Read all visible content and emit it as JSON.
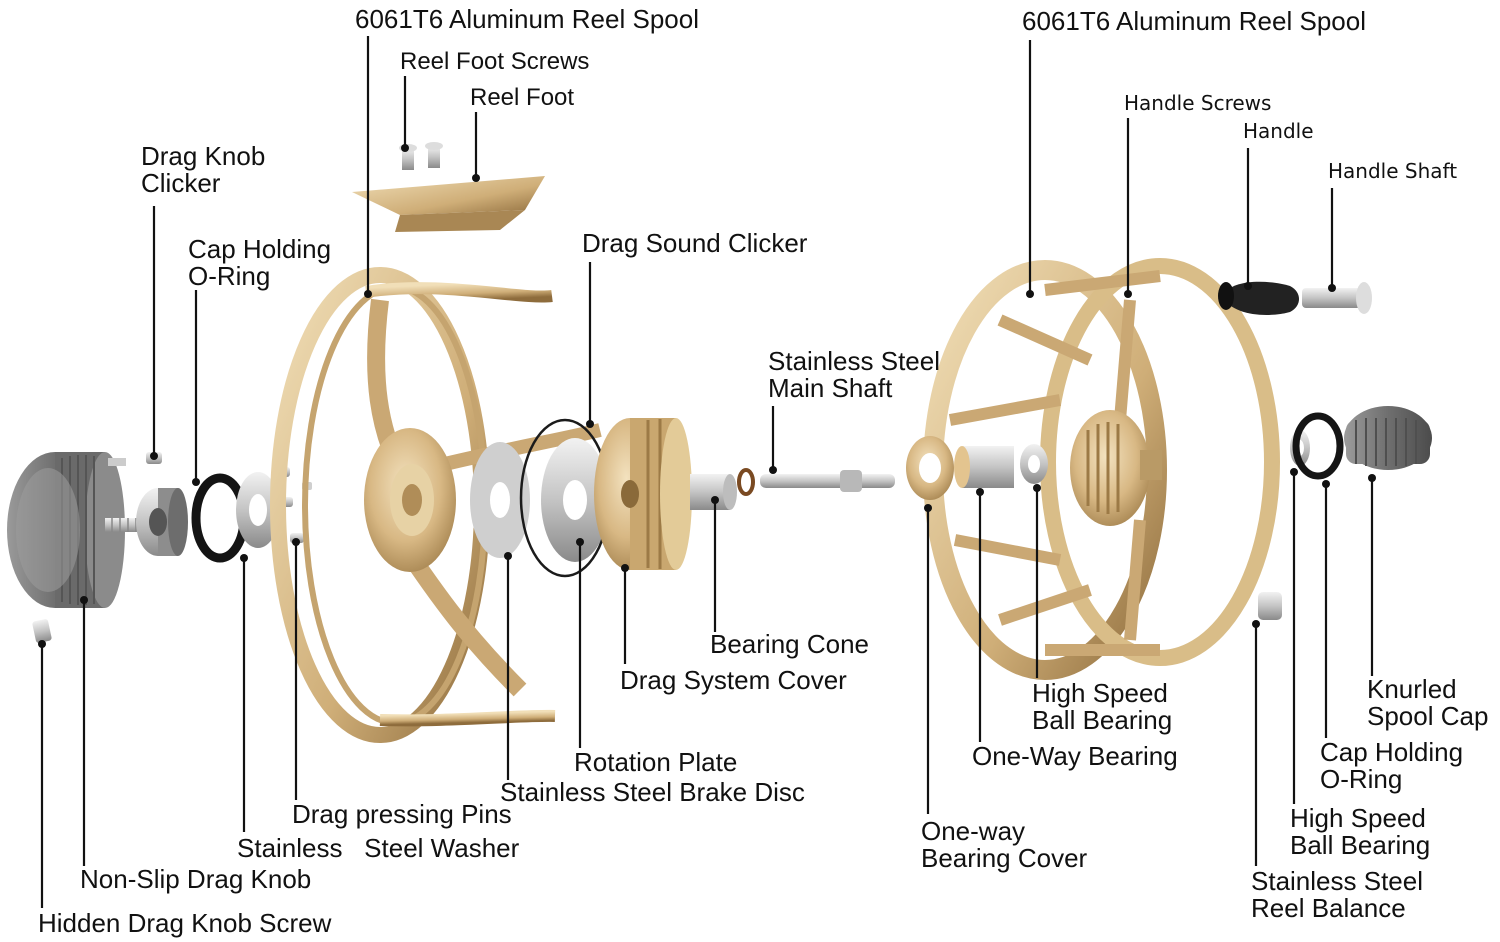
{
  "labels": {
    "spool_left": "6061T6 Aluminum Reel Spool",
    "reel_foot_screws": "Reel Foot Screws",
    "reel_foot": "Reel Foot",
    "drag_knob_clicker": "Drag Knob\nClicker",
    "cap_holding_oring_left": "Cap Holding\nO-Ring",
    "drag_sound_clicker": "Drag Sound Clicker",
    "main_shaft": "Stainless Steel\nMain Shaft",
    "bearing_cone": "Bearing Cone",
    "drag_system_cover": "Drag System Cover",
    "rotation_plate": "Rotation Plate",
    "brake_disc": "Stainless Steel Brake Disc",
    "drag_pressing_pins": "Drag pressing Pins",
    "steel_washer": "Stainless   Steel Washer",
    "non_slip_drag_knob": "Non-Slip Drag Knob",
    "hidden_drag_knob_screw": "Hidden Drag Knob Screw",
    "spool_right": "6061T6 Aluminum Reel Spool",
    "handle_screws": "Handle Screws",
    "handle": "Handle",
    "handle_shaft": "Handle Shaft",
    "high_speed_ball_bearing_mid": "High Speed\nBall Bearing",
    "one_way_bearing": "One-Way Bearing",
    "one_way_bearing_cover": "One-way\nBearing Cover",
    "knurled_spool_cap": "Knurled\nSpool Cap",
    "cap_holding_oring_right": "Cap Holding\nO-Ring",
    "high_speed_ball_bearing_right": "High Speed\nBall Bearing",
    "reel_balance": "Stainless Steel\nReel Balance"
  },
  "colors": {
    "gold": "#d8b884",
    "gold_dark": "#9c7a46",
    "silver": "#c9c9c9",
    "gunmetal": "#7e7e7e",
    "rubber": "#1a1a1a"
  }
}
